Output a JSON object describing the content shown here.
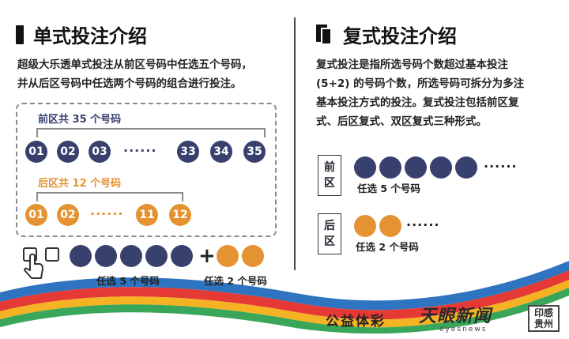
{
  "left": {
    "title": "单式投注介绍",
    "desc_line1": "超级大乐透单式投注从前区号码中任选五个号码，",
    "desc_line2": "并从后区号码中任选两个号码的组合进行投注。",
    "front_label": "前区共 35 个号码",
    "front_balls": [
      "01",
      "02",
      "03",
      "33",
      "34",
      "35"
    ],
    "back_label": "后区共 12 个号码",
    "back_balls": [
      "01",
      "02",
      "11",
      "12"
    ],
    "ellipsis": "······",
    "pick5_label": "任选 5 个号码",
    "pick2_label": "任选 2 个号码",
    "plus": "+"
  },
  "right": {
    "title": "复式投注介绍",
    "desc_line1": "复式投注是指所选号码个数超过基本投注",
    "desc_line2": "(5+2) 的号码个数，所选号码可拆分为多注",
    "desc_line3": "基本投注方式的投注。复式投注包括前区复",
    "desc_line4": "式、后区复式、双区复式三种形式。",
    "front_box": [
      "前",
      "区"
    ],
    "front_pick": "任选 5 个号码",
    "back_box": [
      "后",
      "区"
    ],
    "back_pick": "任选 2 个号码",
    "ellipsis": "······"
  },
  "footer": {
    "brand": "公益体彩",
    "logo": "天眼新闻",
    "logo_sub": "eyesnews",
    "seal_line1": "印感",
    "seal_line2": "贵州"
  },
  "colors": {
    "navy_ball": "#38406e",
    "orange_ball": "#e59332",
    "orange_text": "#e59332",
    "navy_text": "#38406e"
  }
}
